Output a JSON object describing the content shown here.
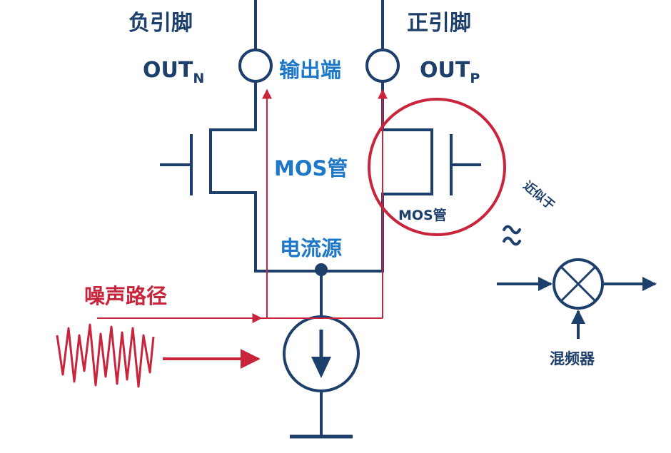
{
  "labels": {
    "neg_pin": "负引脚",
    "pos_pin": "正引脚",
    "out_n_main": "OUT",
    "out_n_sub": "N",
    "out_p_main": "OUT",
    "out_p_sub": "P",
    "output_port": "输出端",
    "mos_left": "MOS管",
    "mos_right": "MOS管",
    "current_source": "电流源",
    "noise_path": "噪声路径",
    "approx": "近似于",
    "mixer": "混频器"
  },
  "colors": {
    "wire": "#1d3f6b",
    "highlight_text": "#1e78c8",
    "noise": "#c8243c"
  },
  "icons": {
    "approx_symbol": "approx-icon",
    "mixer_symbol": "mixer-circle-x-icon",
    "ground": "ground-icon",
    "current_source": "current-source-arrow-icon",
    "noise_waveform": "noise-waveform-icon"
  }
}
